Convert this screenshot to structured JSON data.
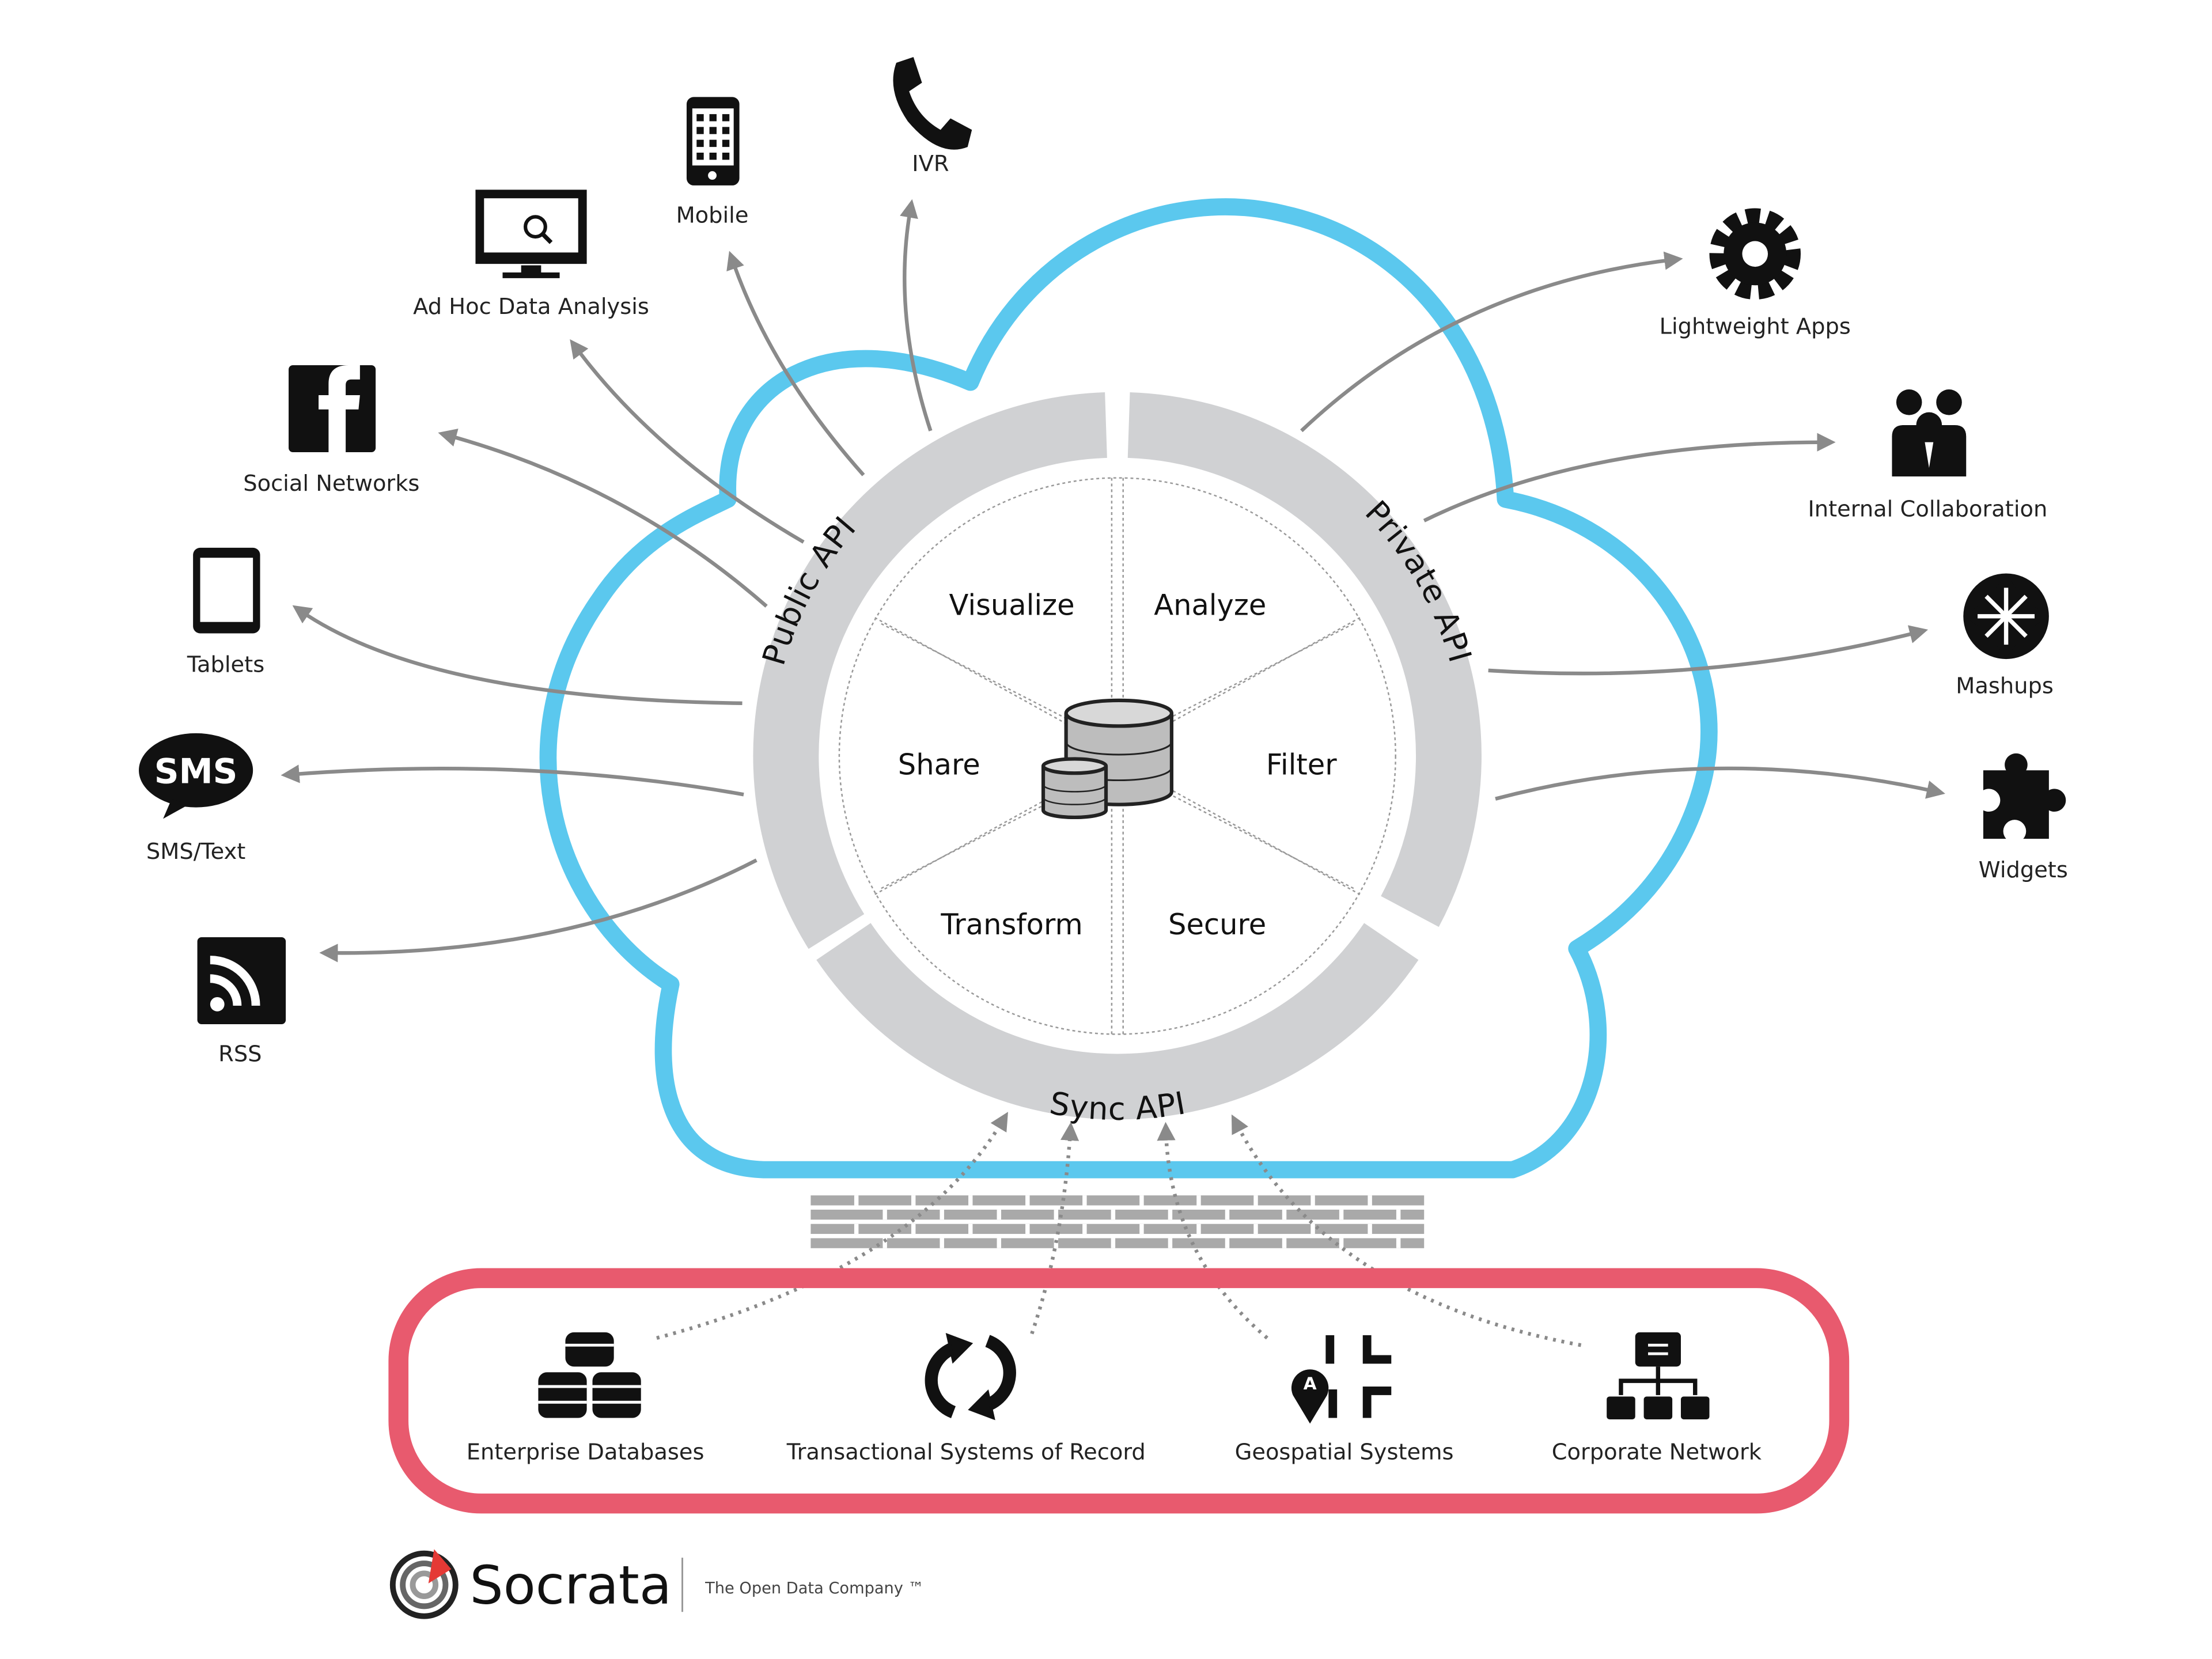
{
  "colors": {
    "cloud": "#5bc8ee",
    "sources_border": "#e85a6e",
    "ring": "#d0d1d3",
    "arrow": "#8a8a8a",
    "logo_accent": "#e53935"
  },
  "ring": {
    "public_api": "Public API",
    "private_api": "Private API",
    "sync_api": "Sync API"
  },
  "wedges": [
    "Visualize",
    "Analyze",
    "Share",
    "Filter",
    "Transform",
    "Secure"
  ],
  "consumers_left": [
    {
      "label": "Ad Hoc Data Analysis",
      "icon": "monitor-search-icon"
    },
    {
      "label": "Mobile",
      "icon": "mobile-phone-icon"
    },
    {
      "label": "IVR",
      "icon": "telephone-icon"
    },
    {
      "label": "Social Networks",
      "icon": "facebook-icon"
    },
    {
      "label": "Tablets",
      "icon": "tablet-icon"
    },
    {
      "label": "SMS/Text",
      "icon": "sms-bubble-icon",
      "icon_text": "SMS"
    },
    {
      "label": "RSS",
      "icon": "rss-icon"
    }
  ],
  "consumers_right": [
    {
      "label": "Lightweight Apps",
      "icon": "gear-icon"
    },
    {
      "label": "Internal Collaboration",
      "icon": "people-icon"
    },
    {
      "label": "Mashups",
      "icon": "mashup-arrows-icon"
    },
    {
      "label": "Widgets",
      "icon": "puzzle-icon"
    }
  ],
  "sources": [
    {
      "label": "Enterprise Databases",
      "icon": "databases-icon"
    },
    {
      "label": "Transactional Systems of Record",
      "icon": "sync-icon"
    },
    {
      "label": "Geospatial Systems",
      "icon": "map-pin-icon"
    },
    {
      "label": "Corporate Network",
      "icon": "org-chart-icon"
    }
  ],
  "logo": {
    "name": "Socrata",
    "tagline": "The Open Data Company ™"
  }
}
